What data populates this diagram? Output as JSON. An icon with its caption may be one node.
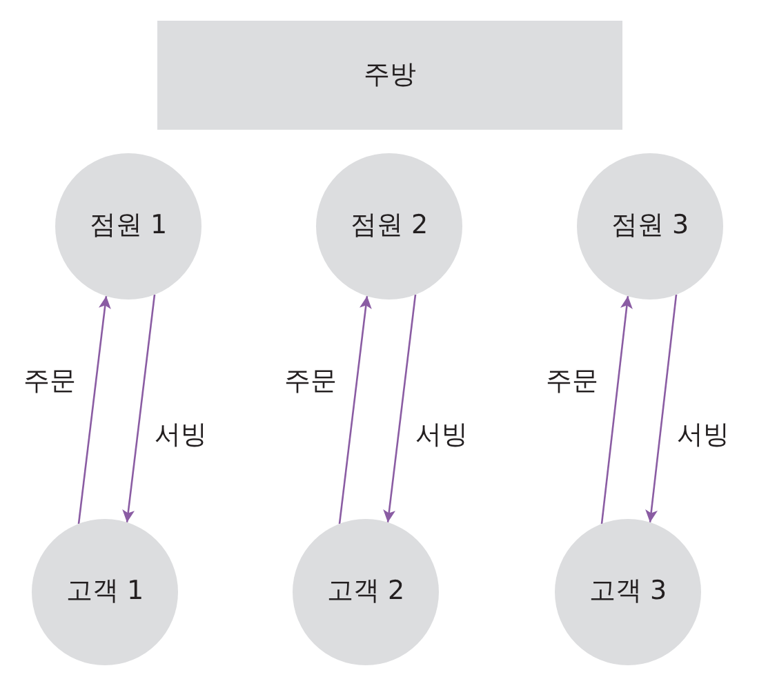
{
  "diagram": {
    "nodes": [
      {
        "text": [
          "주방"
        ]
      },
      {
        "text": [
          "점원 1"
        ]
      },
      {
        "text": [
          "점원 2"
        ]
      },
      {
        "text": [
          "점원 3"
        ]
      },
      {
        "text": [
          "고객 1"
        ]
      },
      {
        "text": [
          "고객 2"
        ]
      },
      {
        "text": [
          "고객 3"
        ]
      }
    ],
    "edges": [
      {
        "from": 4,
        "to": 1,
        "arrow": "to",
        "label": "주문"
      },
      {
        "from": 1,
        "to": 4,
        "arrow": "to",
        "label": "서빙"
      },
      {
        "from": 5,
        "to": 2,
        "arrow": "to",
        "label": "주문"
      },
      {
        "from": 2,
        "to": 5,
        "arrow": "to",
        "label": "서빙"
      },
      {
        "from": 6,
        "to": 3,
        "arrow": "to",
        "label": "주문"
      },
      {
        "from": 3,
        "to": 6,
        "arrow": "to",
        "label": "서빙"
      }
    ]
  }
}
